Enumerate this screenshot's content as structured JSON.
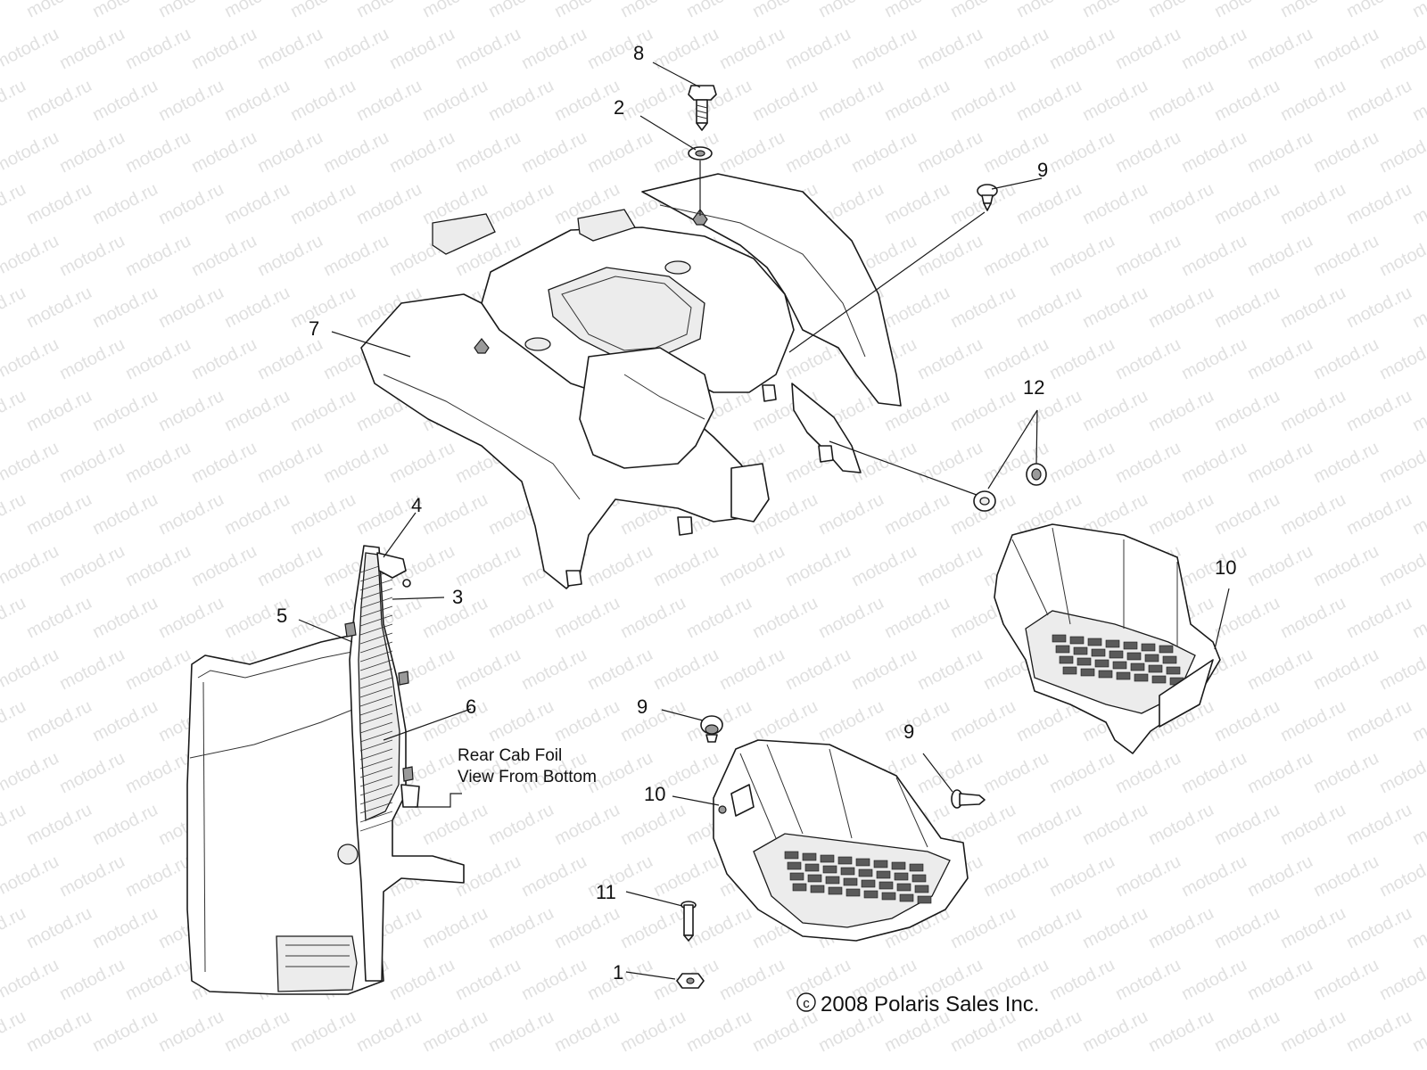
{
  "watermark": {
    "text": "motod.ru"
  },
  "callouts": [
    {
      "id": "c8",
      "label": "8"
    },
    {
      "id": "c2",
      "label": "2"
    },
    {
      "id": "c9a",
      "label": "9"
    },
    {
      "id": "c7",
      "label": "7"
    },
    {
      "id": "c12",
      "label": "12"
    },
    {
      "id": "c4",
      "label": "4"
    },
    {
      "id": "c3",
      "label": "3"
    },
    {
      "id": "c5",
      "label": "5"
    },
    {
      "id": "c10a",
      "label": "10"
    },
    {
      "id": "c6",
      "label": "6"
    },
    {
      "id": "c9b",
      "label": "9"
    },
    {
      "id": "c9c",
      "label": "9"
    },
    {
      "id": "c10b",
      "label": "10"
    },
    {
      "id": "c11",
      "label": "11"
    },
    {
      "id": "c1",
      "label": "1"
    }
  ],
  "caption": {
    "line1": "Rear Cab Foil",
    "line2": "View From Bottom"
  },
  "copyright": {
    "symbol": "c",
    "text": "2008 Polaris Sales Inc."
  }
}
